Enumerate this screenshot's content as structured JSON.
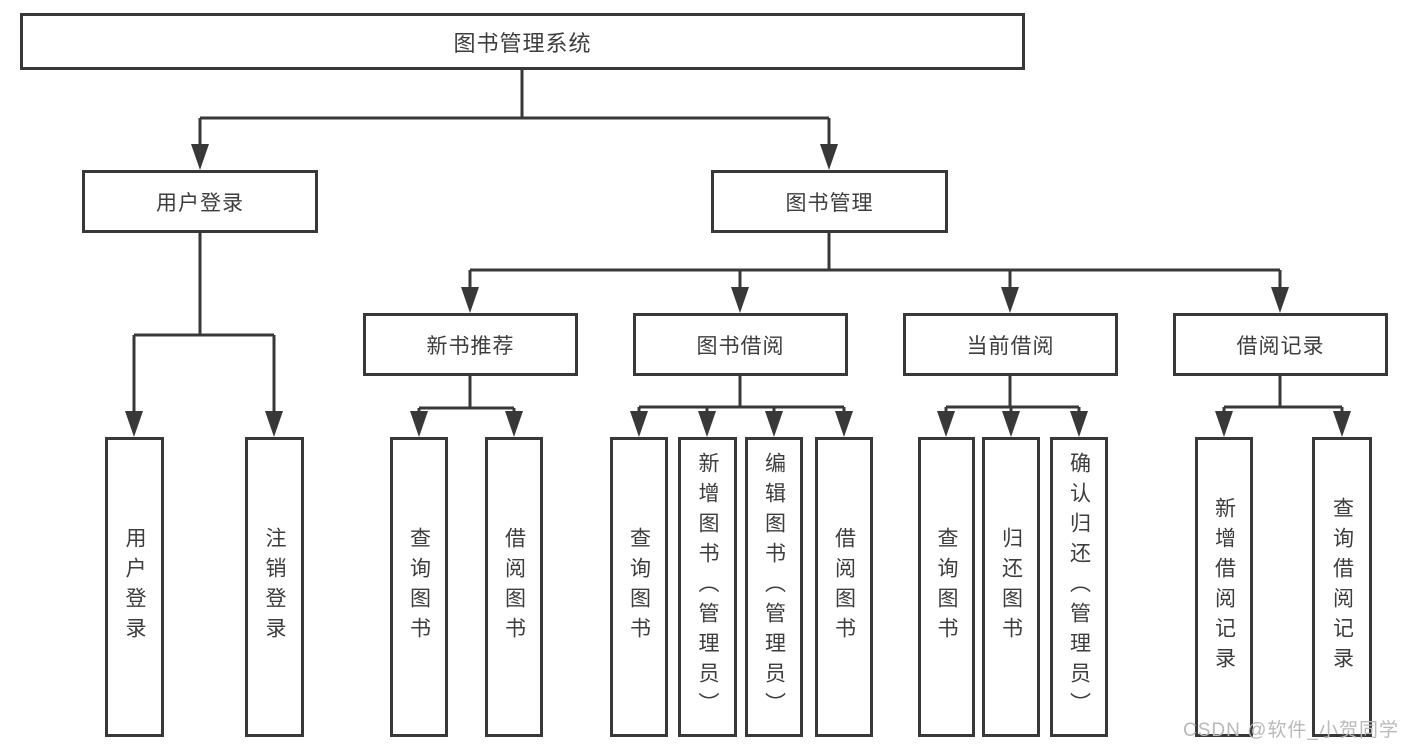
{
  "diagram": {
    "root": {
      "label": "图书管理系统"
    },
    "user_login": {
      "label": "用户登录",
      "children": [
        {
          "label": "用户登录"
        },
        {
          "label": "注销登录"
        }
      ]
    },
    "book_management": {
      "label": "图书管理",
      "children": [
        {
          "label": "新书推荐",
          "children": [
            {
              "label": "查询图书"
            },
            {
              "label": "借阅图书"
            }
          ]
        },
        {
          "label": "图书借阅",
          "children": [
            {
              "label": "查询图书"
            },
            {
              "label": "新增图书（管理员）"
            },
            {
              "label": "编辑图书（管理员）"
            },
            {
              "label": "借阅图书"
            }
          ]
        },
        {
          "label": "当前借阅",
          "children": [
            {
              "label": "查询图书"
            },
            {
              "label": "归还图书"
            },
            {
              "label": "确认归还（管理员）"
            }
          ]
        },
        {
          "label": "借阅记录",
          "children": [
            {
              "label": "新增借阅记录"
            },
            {
              "label": "查询借阅记录"
            }
          ]
        }
      ]
    },
    "watermark": "CSDN @软件_小贺同学",
    "colors": {
      "border": "#383838",
      "text": "#3d3d3d",
      "background": "#ffffff",
      "watermark": "#b9b9b9"
    }
  }
}
